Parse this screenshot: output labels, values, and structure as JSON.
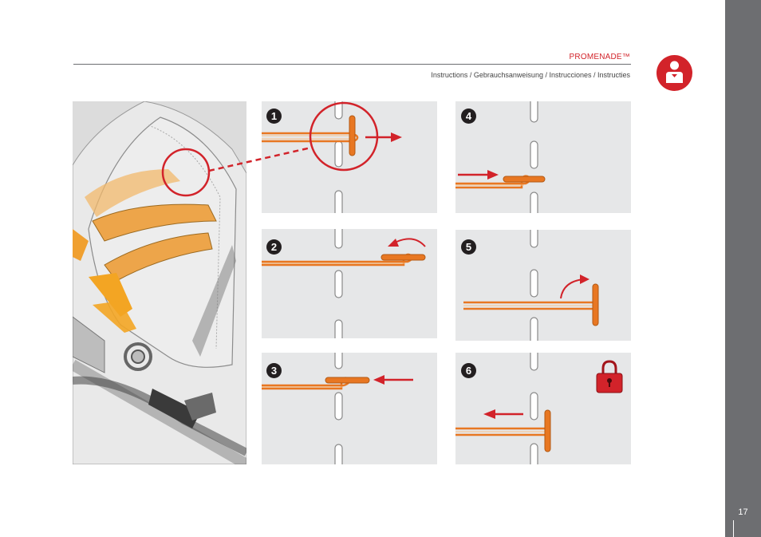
{
  "header": {
    "brand": "PROMENADE™",
    "subtitle": "Instructions / Gebrauchsanweisung / Instrucciones / Instructies"
  },
  "icons": {
    "header_icon": "user-icon",
    "lock_icon": "padlock-icon"
  },
  "steps": [
    {
      "number": "1"
    },
    {
      "number": "2"
    },
    {
      "number": "3"
    },
    {
      "number": "4"
    },
    {
      "number": "5"
    },
    {
      "number": "6"
    }
  ],
  "footer": {
    "page_number": "17"
  },
  "colors": {
    "accent_red": "#d2232a",
    "strap_orange": "#e87722",
    "panel_gray": "#e6e7e8",
    "sidebar_gray": "#6d6e71"
  }
}
